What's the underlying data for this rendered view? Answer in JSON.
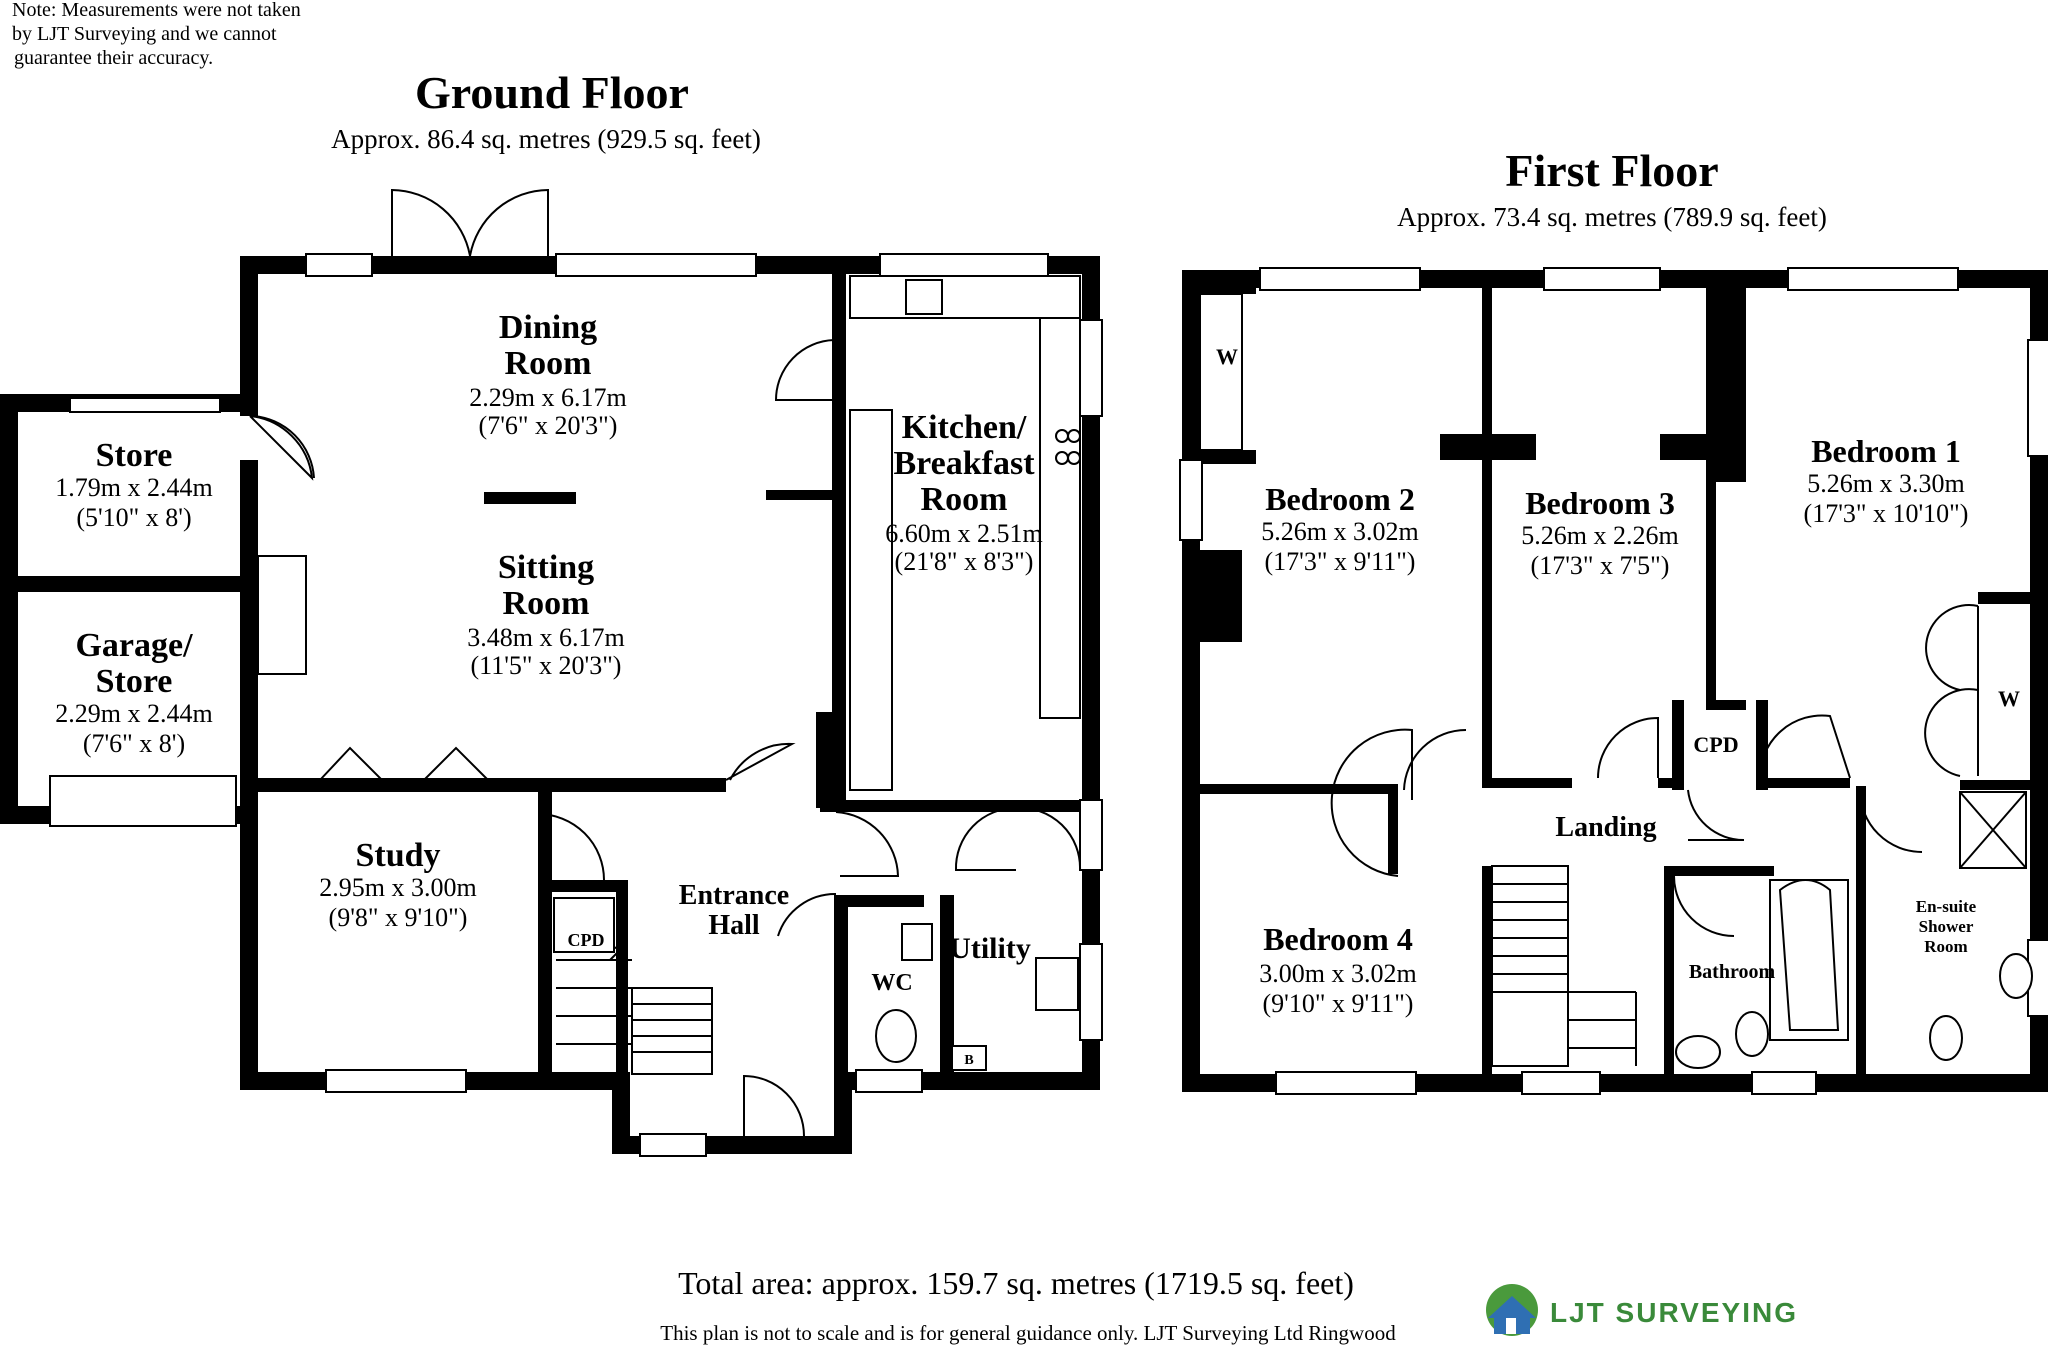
{
  "note": {
    "line1": "Note: Measurements were not taken",
    "line2": "by LJT Surveying and we cannot",
    "line3": "guarantee their accuracy."
  },
  "ground_floor": {
    "title": "Ground Floor",
    "area": "Approx. 86.4 sq. metres (929.5 sq. feet)",
    "rooms": {
      "dining": {
        "l1": "Dining",
        "l2": "Room",
        "metric": "2.29m x 6.17m",
        "imperial": "(7'6\" x 20'3\")"
      },
      "sitting": {
        "l1": "Sitting",
        "l2": "Room",
        "metric": "3.48m x 6.17m",
        "imperial": "(11'5\" x 20'3\")"
      },
      "kitchen": {
        "l1": "Kitchen/",
        "l2": "Breakfast",
        "l3": "Room",
        "metric": "6.60m x 2.51m",
        "imperial": "(21'8\" x 8'3\")"
      },
      "store": {
        "l1": "Store",
        "metric": "1.79m x 2.44m",
        "imperial": "(5'10\" x 8')"
      },
      "garage": {
        "l1": "Garage/",
        "l2": "Store",
        "metric": "2.29m x 2.44m",
        "imperial": "(7'6\" x 8')"
      },
      "study": {
        "l1": "Study",
        "metric": "2.95m x 3.00m",
        "imperial": "(9'8\" x 9'10\")"
      },
      "hall": {
        "l1": "Entrance",
        "l2": "Hall"
      },
      "wc": {
        "l1": "WC"
      },
      "utility": {
        "l1": "Utility"
      },
      "cpd": {
        "l1": "CPD"
      },
      "boiler": {
        "l1": "B"
      }
    }
  },
  "first_floor": {
    "title": "First Floor",
    "area": "Approx. 73.4 sq. metres (789.9 sq. feet)",
    "rooms": {
      "bed1": {
        "l1": "Bedroom 1",
        "metric": "5.26m x 3.30m",
        "imperial": "(17'3\" x 10'10\")"
      },
      "bed2": {
        "l1": "Bedroom 2",
        "metric": "5.26m x 3.02m",
        "imperial": "(17'3\" x 9'11\")"
      },
      "bed3": {
        "l1": "Bedroom 3",
        "metric": "5.26m x 2.26m",
        "imperial": "(17'3\" x 7'5\")"
      },
      "bed4": {
        "l1": "Bedroom 4",
        "metric": "3.00m x 3.02m",
        "imperial": "(9'10\" x 9'11\")"
      },
      "landing": {
        "l1": "Landing"
      },
      "cpd": {
        "l1": "CPD"
      },
      "bathroom": {
        "l1": "Bathroom"
      },
      "ensuite": {
        "l1": "En-suite",
        "l2": "Shower",
        "l3": "Room"
      },
      "wardrobe2": {
        "l1": "W"
      },
      "wardrobe1": {
        "l1": "W"
      }
    }
  },
  "footer": {
    "total": "Total area: approx. 159.7 sq. metres (1719.5 sq. feet)",
    "disclaimer": "This plan is not to scale and is for general guidance only. LJT Surveying Ltd Ringwood",
    "brand": "LJT SURVEYING"
  },
  "colors": {
    "wall": "#000000",
    "logo_green": "#4a9a3c",
    "logo_blue": "#2f6fb3",
    "brand_text": "#3a8a3a"
  }
}
